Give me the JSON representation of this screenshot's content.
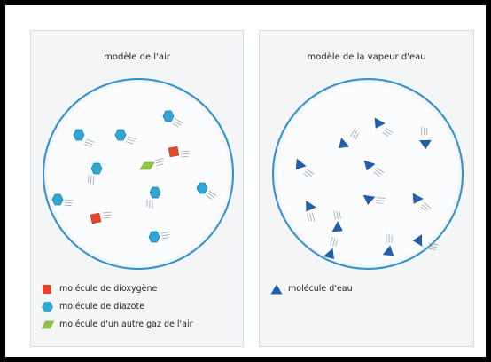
{
  "panels": [
    {
      "title": "modèle de l'air",
      "legend": [
        {
          "label": "molécule de dioxygène",
          "icon": "red-square-icon",
          "color": "#e8452a"
        },
        {
          "label": "molécule de diazote",
          "icon": "blue-hexagon-icon",
          "color": "#2fa6d6"
        },
        {
          "label": "molécule d'un autre gaz de l'air",
          "icon": "green-parallelogram-icon",
          "color": "#8fc640"
        }
      ]
    },
    {
      "title": "modèle de la vapeur d'eau",
      "legend": [
        {
          "label": "molécule d'eau",
          "icon": "blue-triangle-icon",
          "color": "#1f5fae"
        }
      ]
    }
  ],
  "colors": {
    "circle_border": "#2b92c9",
    "dioxygen": "#e8452a",
    "dinitrogen": "#2fa6d6",
    "other_gas": "#8fc640",
    "water": "#1f5fae"
  }
}
